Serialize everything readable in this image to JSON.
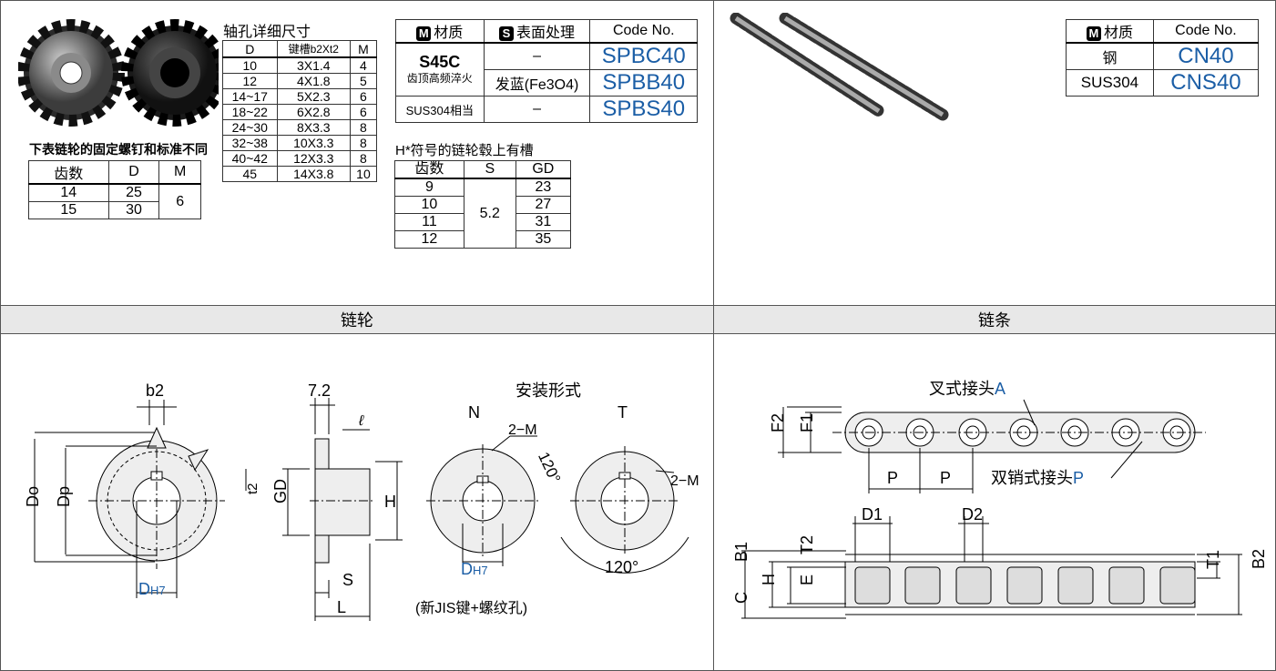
{
  "sprocket": {
    "header": "链轮",
    "bore_table": {
      "caption": "轴孔详细尺寸",
      "headers": [
        "D",
        "键槽b2Xt2",
        "M"
      ],
      "rows": [
        [
          "10",
          "3X1.4",
          "4"
        ],
        [
          "12",
          "4X1.8",
          "5"
        ],
        [
          "14~17",
          "5X2.3",
          "6"
        ],
        [
          "18~22",
          "6X2.8",
          "6"
        ],
        [
          "24~30",
          "8X3.3",
          "8"
        ],
        [
          "32~38",
          "10X3.3",
          "8"
        ],
        [
          "40~42",
          "12X3.3",
          "8"
        ],
        [
          "45",
          "14X3.8",
          "10"
        ]
      ]
    },
    "screw_table": {
      "caption": "下表链轮的固定螺钉和标准不同",
      "headers": [
        "齿数",
        "D",
        "M"
      ],
      "rows": [
        [
          "14",
          "25"
        ],
        [
          "15",
          "30"
        ]
      ],
      "merged_m": "6"
    },
    "material_table": {
      "headers": {
        "mat_icon": "M",
        "mat": "材质",
        "surf_icon": "S",
        "surf": "表面处理",
        "code": "Code No."
      },
      "s45c": "S45C",
      "s45c_sub": "齿顶高频淬火",
      "sus": "SUS304相当",
      "dash": "–",
      "blue": "发蓝(Fe3O4)",
      "codes": [
        "SPBC40",
        "SPBB40",
        "SPBS40"
      ]
    },
    "groove_table": {
      "caption": "H*符号的链轮毂上有槽",
      "headers": [
        "齿数",
        "S",
        "GD"
      ],
      "teeth": [
        "9",
        "10",
        "11",
        "12"
      ],
      "s": "5.2",
      "gd": [
        "23",
        "27",
        "31",
        "35"
      ]
    },
    "drawing": {
      "b2": "b2",
      "do": "Do",
      "dp": "Dp",
      "t2": "t2",
      "dh7": "D",
      "dh7_sub": "H7",
      "w72": "7.2",
      "ell": "ℓ",
      "gd": "GD",
      "h": "H",
      "s": "S",
      "l": "L",
      "mount_title": "安装形式",
      "n": "N",
      "t": "T",
      "m2": "2−M",
      "deg120": "120°",
      "note": "(新JIS键+螺纹孔)"
    }
  },
  "chain": {
    "header": "链条",
    "material_table": {
      "headers": {
        "mat_icon": "M",
        "mat": "材质",
        "code": "Code No."
      },
      "rows": [
        [
          "钢",
          "CN40"
        ],
        [
          "SUS304",
          "CNS40"
        ]
      ]
    },
    "drawing": {
      "joint_a": "叉式接头",
      "joint_a_letter": "A",
      "joint_p": "双销式接头",
      "joint_p_letter": "P",
      "f2": "F2",
      "f1": "F1",
      "p": "P",
      "d1": "D1",
      "d2": "D2",
      "b1": "B1",
      "t2": "T2",
      "c": "C",
      "h": "H",
      "e": "E",
      "t1": "T1",
      "b2": "B2"
    }
  },
  "colors": {
    "accent": "#1b5ea6",
    "header_bg": "#e8e8e8"
  }
}
